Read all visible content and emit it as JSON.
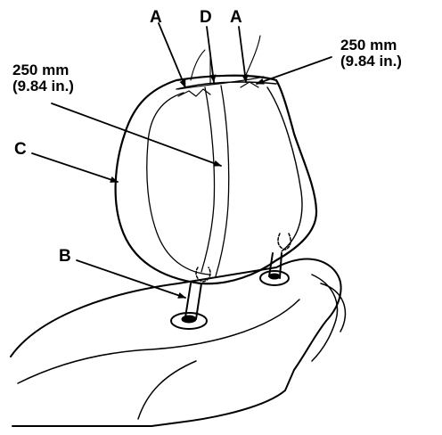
{
  "labels": {
    "a_left": "A",
    "d": "D",
    "a_right": "A",
    "c": "C",
    "b": "B"
  },
  "dimensions": {
    "left": {
      "mm": "250 mm",
      "in": "(9.84 in.)"
    },
    "right": {
      "mm": "250 mm",
      "in": "(9.84 in.)"
    }
  },
  "colors": {
    "ink": "#000000",
    "paper": "#ffffff"
  }
}
